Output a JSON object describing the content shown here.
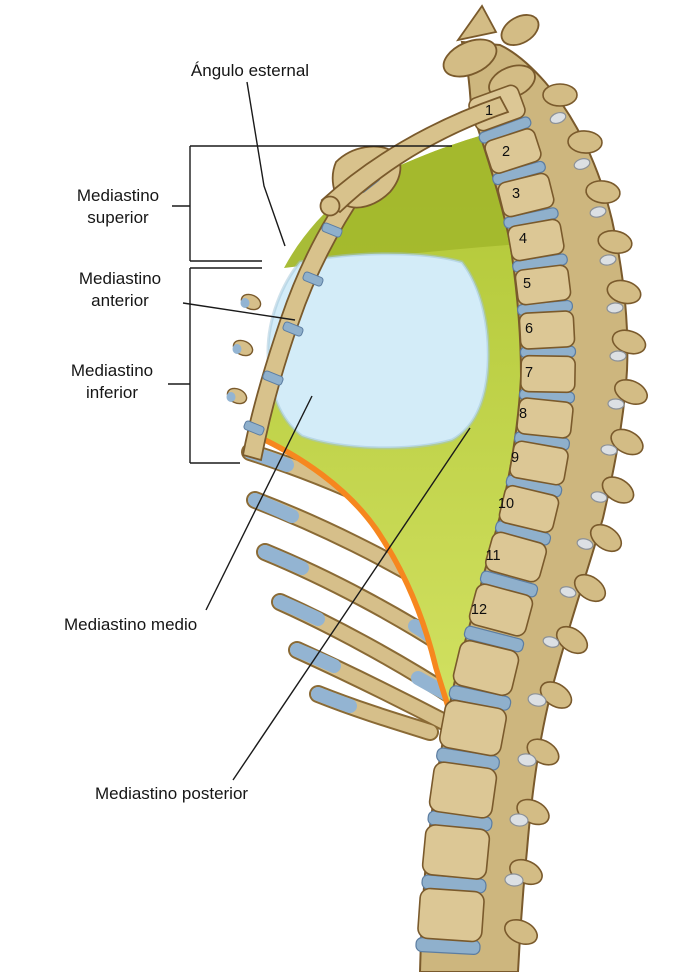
{
  "figure": {
    "labels": {
      "sternal_angle": "Ángulo esternal",
      "mediastinum_superior": "Mediastino\nsuperior",
      "mediastinum_anterior": "Mediastino\nanterior",
      "mediastinum_inferior": "Mediastino\ninferior",
      "mediastinum_middle": "Mediastino medio",
      "mediastinum_posterior": "Mediastino posterior"
    },
    "vertebra_numbers": [
      "1",
      "2",
      "3",
      "4",
      "5",
      "6",
      "7",
      "8",
      "9",
      "10",
      "11",
      "12"
    ],
    "colors": {
      "green_top": "#b4c93a",
      "green_bottom": "#d3e263",
      "olive_superior": "#a3b82c",
      "middle_blue": "#d3ecf8",
      "diaphragm_orange": "#f6871f",
      "bone": "#d6c08a",
      "disc_blue": "#8fb0cc"
    }
  }
}
